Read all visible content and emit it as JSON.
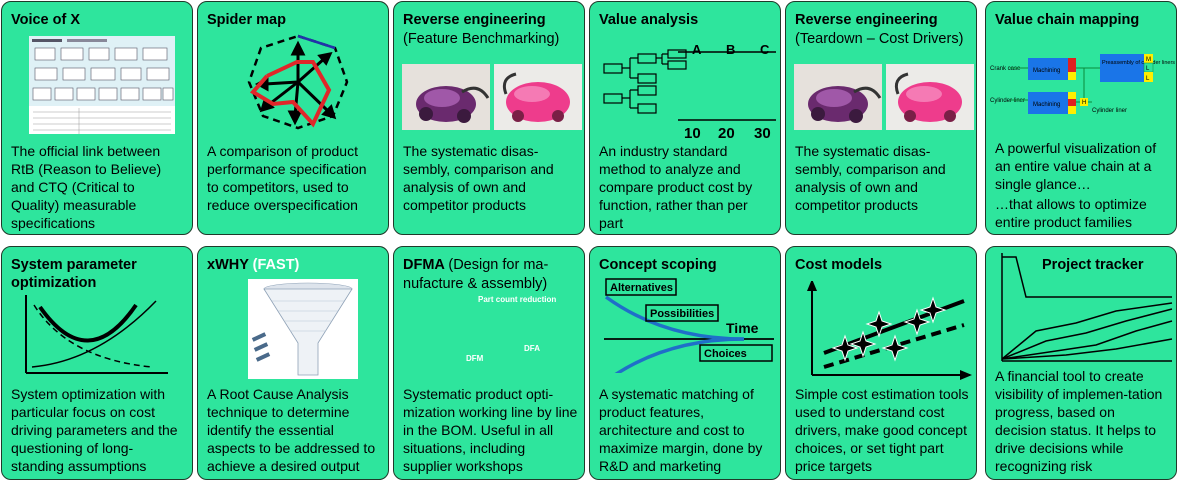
{
  "cards": [
    {
      "title": "Voice of X",
      "desc": "The official link between RtB (Reason to Believe) and CTQ (Critical to Quality) measurable specifications"
    },
    {
      "title": "Spider map",
      "desc": "A comparison of product performance specification to competitors, used to reduce overspecification"
    },
    {
      "title": "Reverse engineering",
      "subtitle": "(Feature Benchmarking)",
      "desc": "The systematic disas-sembly, comparison and analysis of own and competitor products"
    },
    {
      "title": "Value analysis",
      "desc": "An industry standard method to analyze and compare product cost by function, rather than per part",
      "fig": {
        "cols": [
          "A",
          "B",
          "C"
        ],
        "nums": [
          "10",
          "20",
          "30"
        ]
      }
    },
    {
      "title": "Reverse engineering",
      "subtitle": "(Teardown – Cost Drivers)",
      "desc": "The systematic disas-sembly, comparison and analysis of own and competitor products"
    },
    {
      "title": "Value chain mapping",
      "desc": "A powerful visualization of an entire value chain at a single glance…",
      "desc2": "…that allows to optimize entire product families",
      "fig": {
        "crank": "Crank case",
        "cyl": "Cylinder liner",
        "cyl2": "Cylinder liner",
        "mach1": "Machining",
        "mach2": "Machining",
        "pre": "Preassembly of cylinder liners",
        "h": "H",
        "l": "L",
        "m": "M"
      }
    },
    {
      "title": "System parameter optimization",
      "desc": "System optimization with particular focus on cost driving parameters and the questioning of long-standing assumptions"
    },
    {
      "title": "xWHY",
      "title_suffix": "(FAST)",
      "desc": "A Root Cause Analysis technique to determine identify the essential aspects to be addressed to achieve a desired output"
    },
    {
      "title": "DFMA",
      "title_rest": "(Design for ma-nufacture & assembly)",
      "desc": "Systematic product opti-mization working line by line in the BOM. Useful in all situations, including supplier workshops",
      "fig": {
        "pc": "Part count reduction",
        "dfm": "DFM",
        "dfa": "DFA"
      }
    },
    {
      "title": "Concept scoping",
      "desc": "A systematic matching of product features, architecture and cost to maximize margin, done by R&D and marketing",
      "fig": {
        "alt": "Alternatives",
        "pos": "Possibilities",
        "time": "Time",
        "choices": "Choices"
      }
    },
    {
      "title": "Cost models",
      "desc": "Simple cost estimation tools used to understand cost drivers, make good concept choices, or set tight part price targets"
    },
    {
      "title": "Project tracker",
      "desc": "A financial tool to create visibility of implemen-tation progress, based on decision status. It helps to drive decisions while recognizing risk"
    }
  ]
}
